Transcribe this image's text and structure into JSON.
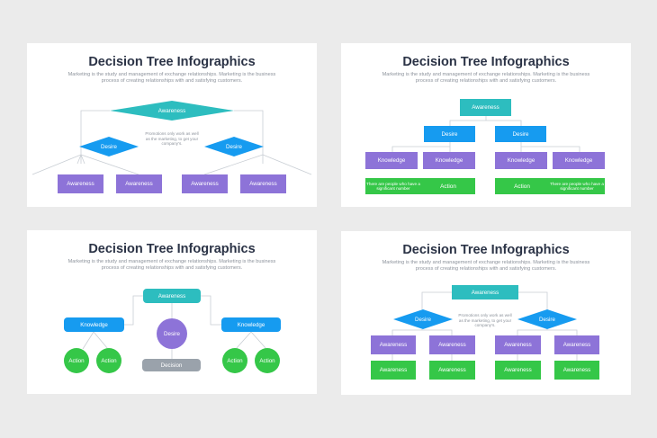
{
  "colors": {
    "teal": "#2dbdbf",
    "blue": "#169bf0",
    "purple": "#8d73d8",
    "green": "#35c748",
    "gray": "#9aa2ab",
    "title": "#2b3346"
  },
  "slides": [
    {
      "title": "Decision Tree Infographics",
      "subtitle": "Marketing is the study and management of exchange relationships. Marketing is the business process of creating relationships with and satisfying customers.",
      "root": "Awareness",
      "note": "Promotions only work as well as the marketing, to get your company's.",
      "branches": [
        "Desire",
        "Desire"
      ],
      "leaves": [
        "Awareness",
        "Awareness",
        "Awareness",
        "Awareness"
      ]
    },
    {
      "title": "Decision Tree Infographics",
      "subtitle": "Marketing is the study and management of exchange relationships. Marketing is the business process of creating relationships with and satisfying customers.",
      "root": "Awareness",
      "branches": [
        "Desire",
        "Desire"
      ],
      "leaves": [
        "Knowledge",
        "Knowledge",
        "Knowledge",
        "Knowledge"
      ],
      "actions": [
        {
          "note": "There are people who have a significant number",
          "label": "Action"
        },
        {
          "note": "There are people who have a significant number",
          "label": "Action"
        }
      ]
    },
    {
      "title": "Decision Tree Infographics",
      "subtitle": "Marketing is the study and management of exchange relationships. Marketing is the business process of creating relationships with and satisfying customers.",
      "root": "Awareness",
      "branches": [
        "Knowledge",
        "Knowledge"
      ],
      "center": "Desire",
      "center_bottom": "Decision",
      "leaves": [
        "Action",
        "Action",
        "Action",
        "Action"
      ]
    },
    {
      "title": "Decision Tree Infographics",
      "subtitle": "Marketing is the study and management of exchange relationships. Marketing is the business process of creating relationships with and satisfying customers.",
      "root": "Awareness",
      "note": "Promotions only work as well as the marketing, to get your company's.",
      "branches": [
        "Desire",
        "Desire"
      ],
      "leaves": [
        "Awareness",
        "Awareness",
        "Awareness",
        "Awareness"
      ],
      "bottoms": [
        "Awareness",
        "Awareness",
        "Awareness",
        "Awareness"
      ]
    }
  ]
}
